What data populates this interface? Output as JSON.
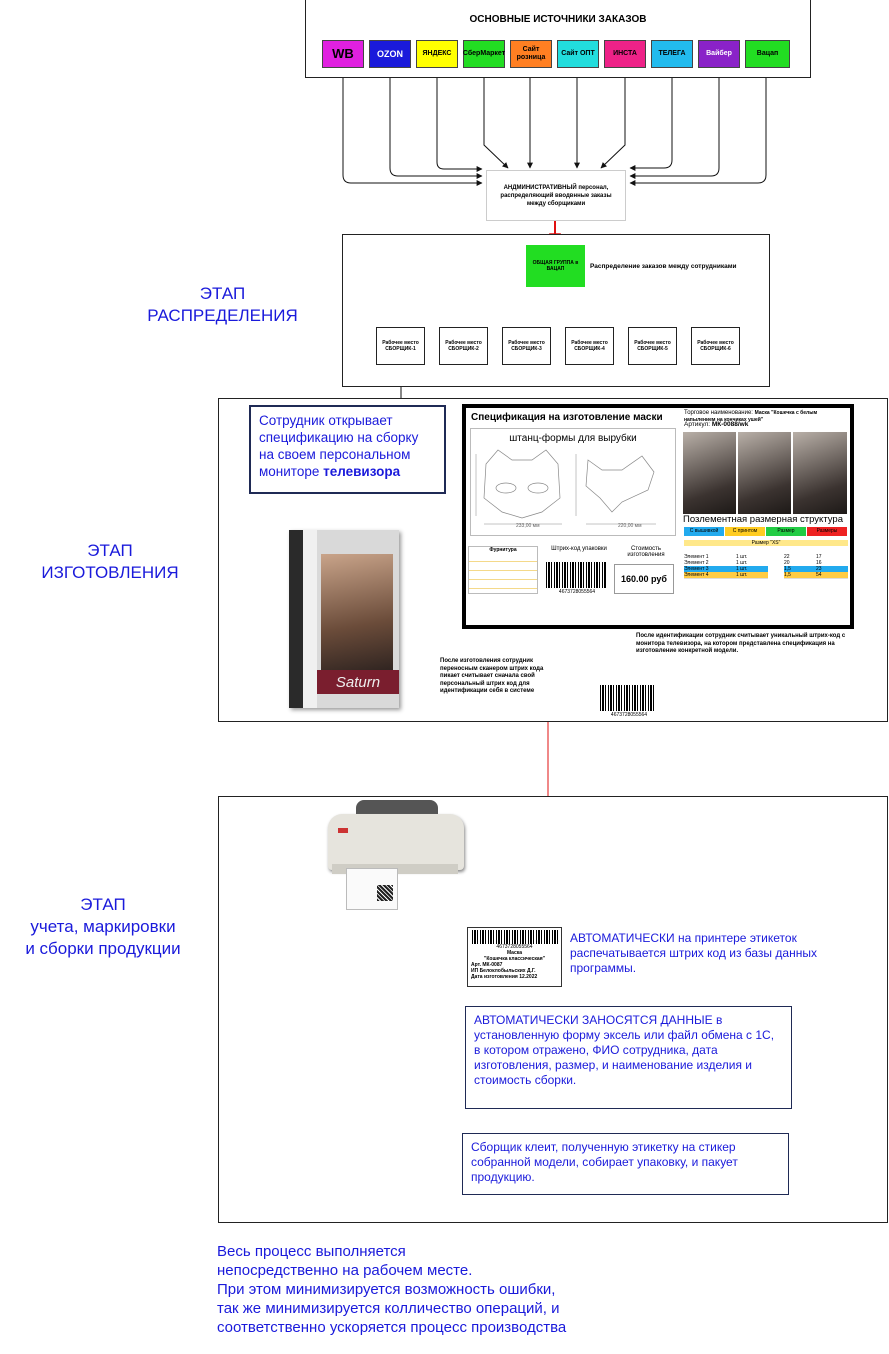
{
  "sources": {
    "title": "ОСНОВНЫЕ ИСТОЧНИКИ ЗАКАЗОВ",
    "items": [
      {
        "label": "WB",
        "color": "#e020e0"
      },
      {
        "label": "OZON",
        "color": "#1a1adb"
      },
      {
        "label": "ЯНДЕКС",
        "color": "#ffff00"
      },
      {
        "label": "СберМаркет",
        "color": "#22dd22"
      },
      {
        "label": "Сайт розница",
        "color": "#ff7f22"
      },
      {
        "label": "Сайт ОПТ",
        "color": "#22dddd"
      },
      {
        "label": "ИНСТА",
        "color": "#ee2288"
      },
      {
        "label": "ТЕЛЕГА",
        "color": "#22bbee"
      },
      {
        "label": "Вайбер",
        "color": "#8a22c8"
      },
      {
        "label": "Вацап",
        "color": "#22dd22"
      }
    ]
  },
  "admin": {
    "text": "АНДМИНИСТРАТИВНЫЙ персонал, распределяющий вводвнные заказы между сборщиками"
  },
  "distribution": {
    "stage": [
      "ЭТАП",
      "РАСПРЕДЕЛЕНИЯ"
    ],
    "group": "ОБЩАЯ ГРУППА в ВАЦАП",
    "caption": "Распределение заказов между сотрудниками",
    "workstations": [
      "Рабочее место СБОРЩИК-1",
      "Рабочее место СБОРЩИК-2",
      "Рабочее место СБОРЩИК-3",
      "Рабочее место СБОРЩИК-4",
      "Рабочее место СБОРЩИК-5",
      "Рабочее место СБОРЩИК-6"
    ]
  },
  "production": {
    "stage": [
      "ЭТАП",
      "ИЗГОТОВЛЕНИЯ"
    ],
    "callout_main": "Сотрудник открывает спецификацию на сборку на своем персональном мониторе",
    "callout_bold": "телевизора",
    "spec": {
      "title": "Спецификация на изготовление маски",
      "dies": "штанц-формы для вырубки",
      "trade_name_label": "Торговое наименование:",
      "trade_name": "Маска \"Кошечка с белым напылением на кончиках ушей\"",
      "article_label": "Артикул:",
      "article": "МК-0088/wk",
      "size_structure": "Позлементная размерная структура",
      "dim1": "233,00 мм",
      "dim2": "220,00 мм",
      "fittings": "Фурнитура",
      "barcode_label": "Штрих-код упаковки",
      "cost_label": "Стоимость изготовления",
      "cost": "160.00 руб",
      "barcode_number": "4673728055564",
      "tabs": [
        "С вышивкой",
        "С принтом",
        "Размер",
        "Размеры"
      ],
      "size_header": "Размер \"XS\"",
      "table_rows": [
        [
          "Элемент 1",
          "1 шт.",
          "22",
          "17"
        ],
        [
          "Элемент 2",
          "1 шт.",
          "20",
          "16"
        ],
        [
          "Элемент 3",
          "1 шт.",
          "1,5",
          "23"
        ],
        [
          "Элемент 4",
          "1 шт.",
          "1,5",
          "54"
        ]
      ]
    },
    "box_brand": "Saturn",
    "scanner_note": "После изготовления сотрудник переносным сканером штрих кода пикает считывает сначала свой персональный штрих код для идентификации себя в системе",
    "identify_note": "После идентификации сотрудник считывает уникальный штрих-код с монитора телевизора, на котором представлена спецификация на изготовление конкретной модели.",
    "barcode_number": "4673728055564"
  },
  "accounting": {
    "stage": [
      "ЭТАП",
      "учета, маркировки",
      "и сборки продукции"
    ],
    "label": {
      "barcode": "4673728055564",
      "name": "Маска",
      "model": "\"Кошечка классическая\"",
      "article": "Арт. МК-0087",
      "maker": "ИП Белоклобыльских Д.Г.",
      "date": "Дата изготовления 12.2022"
    },
    "print_note": "АВТОМАТИЧЕСКИ на принтере этикеток распечатывается штрих код из базы данных программы.",
    "data_note": "АВТОМАТИЧЕСКИ ЗАНОСЯТСЯ ДАННЫЕ в установленную форму эксель или файл обмена с 1С, в котором отражено, ФИО сотрудника, дата изготовления, размер, и наименование изделия и стоимость сборки.",
    "assembly_note": "Сборщик клеит, полученную этикетку на стикер собранной модели, собирает упаковку, и пакует продукцию."
  },
  "conclusion": [
    "Весь процесс выполняется",
    "непосредственно на рабочем месте.",
    "При этом минимизируется возможность ошибки,",
    "так же минимизируется колличество операций, и",
    "соответственно ускоряется процесс производства"
  ]
}
